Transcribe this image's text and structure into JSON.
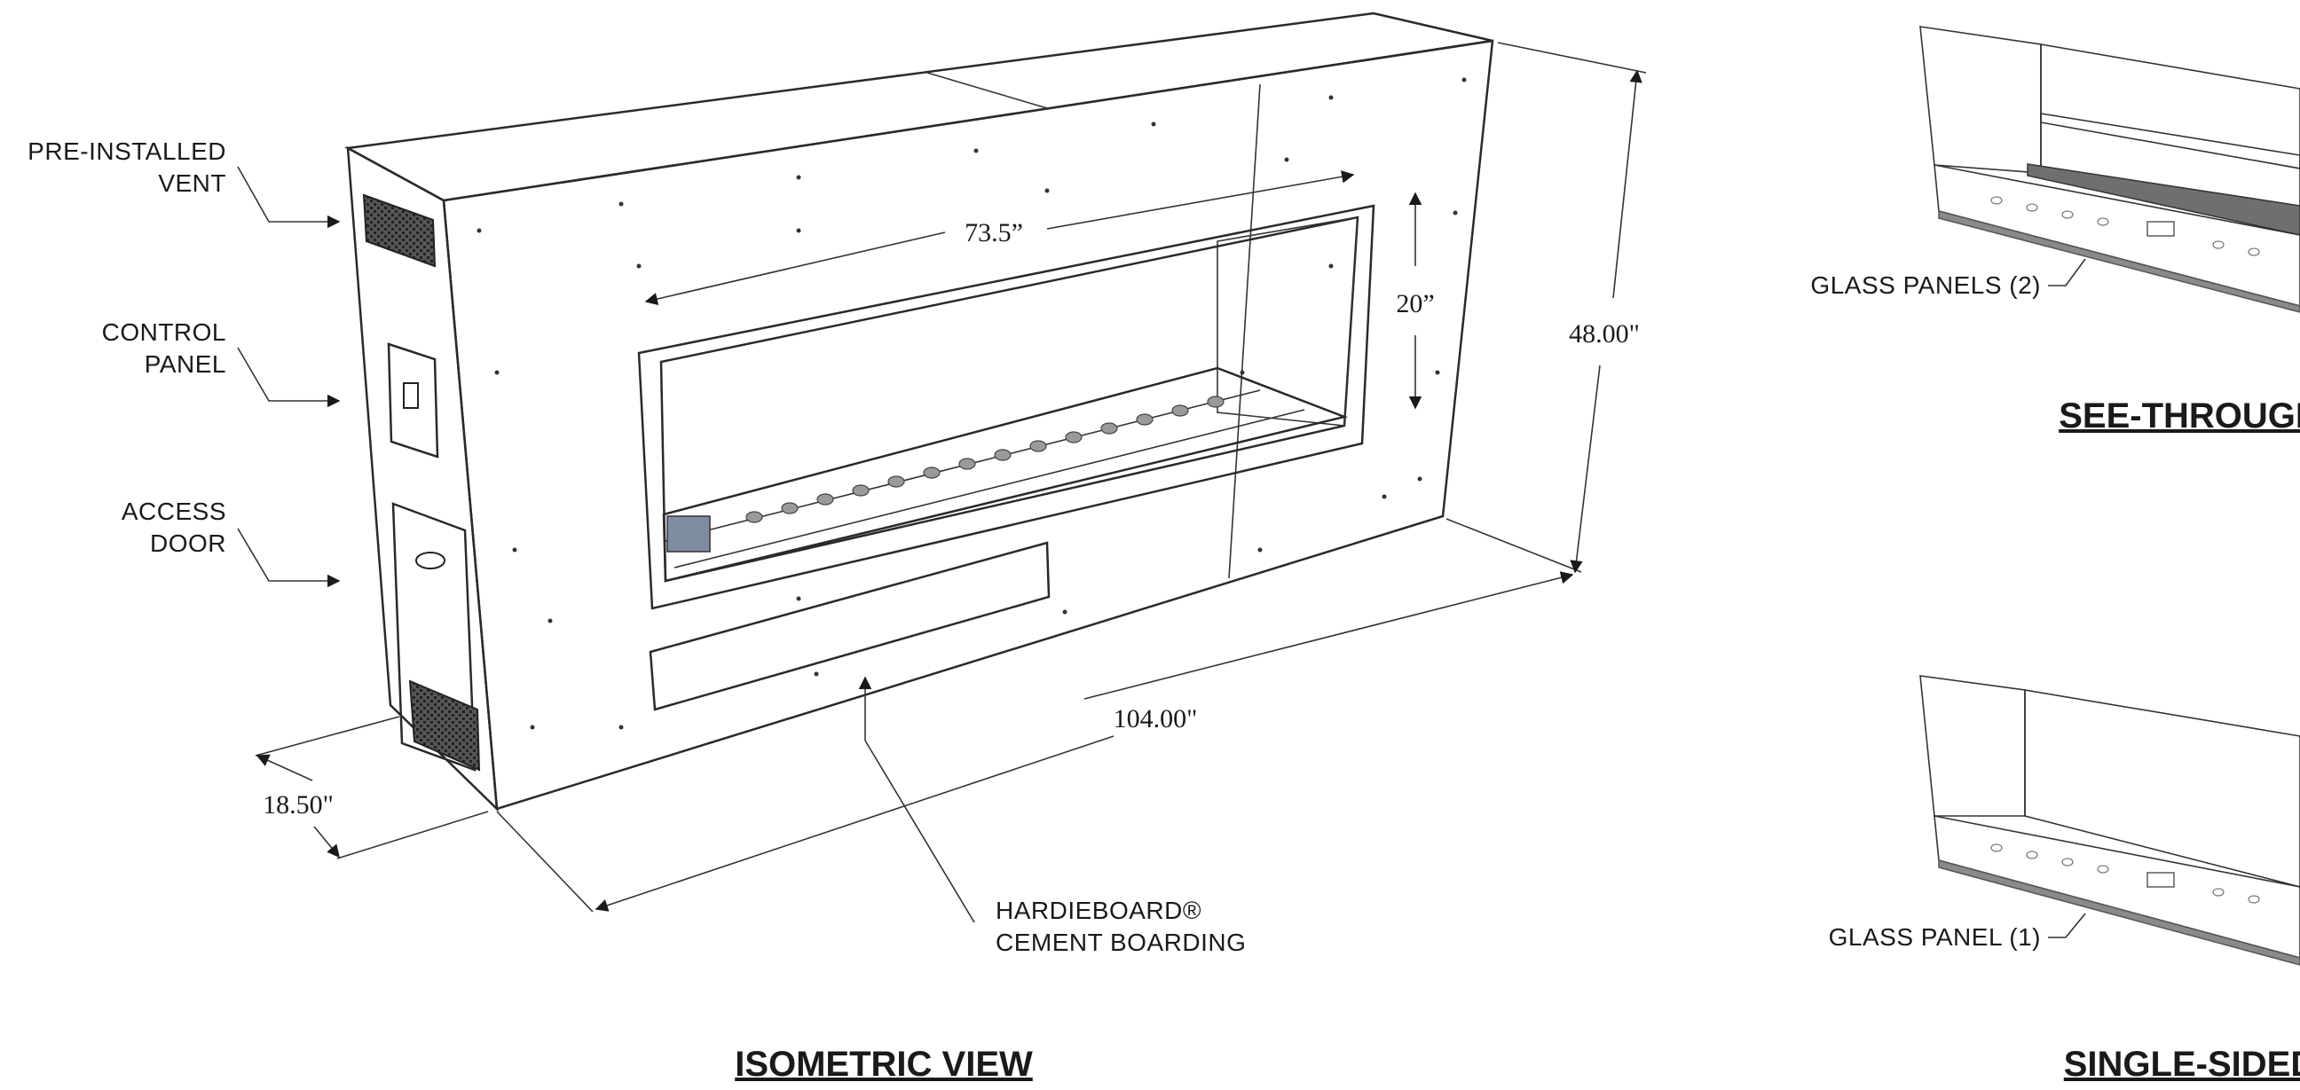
{
  "labels": {
    "vent_line1": "PRE-INSTALLED",
    "vent_line2": "VENT",
    "control_line1": "CONTROL",
    "control_line2": "PANEL",
    "access_line1": "ACCESS",
    "access_line2": "DOOR",
    "board_line1": "HARDIEBOARD®",
    "board_line2": "CEMENT BOARDING",
    "glass_two": "GLASS PANELS (2)",
    "glass_one": "GLASS PANEL (1)"
  },
  "dimensions": {
    "opening_width": "73.5”",
    "opening_height": "20”",
    "overall_height": "48.00\"",
    "overall_width": "104.00\"",
    "overall_depth": "18.50\""
  },
  "titles": {
    "isometric": "ISOMETRIC VIEW",
    "see_through": "SEE-THROUGH",
    "single_sided": "SINGLE-SIDED"
  },
  "colors": {
    "top_face": "#b8b8b8",
    "front_face": "#f3f3f3",
    "side_face": "#dedede",
    "interior": "#d4d4d4",
    "firebox_wall": "#c9c9c9"
  }
}
